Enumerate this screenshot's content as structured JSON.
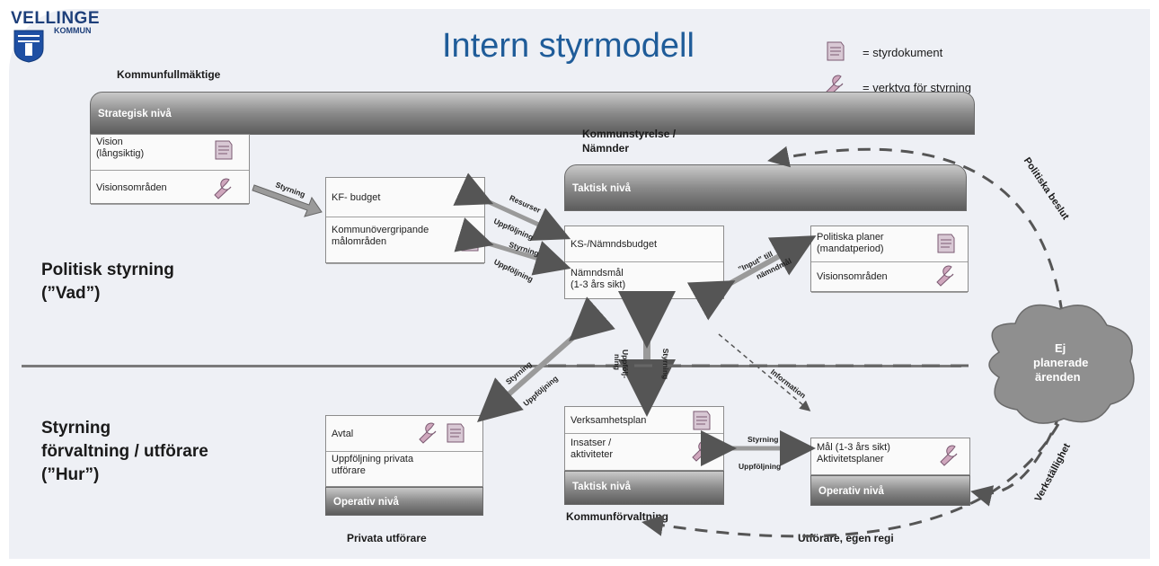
{
  "logo": {
    "line1": "VELLINGE",
    "line2": "KOMMUN"
  },
  "title": "Intern styrmodell",
  "legend": {
    "doc": "= styrdokument",
    "tool": "= verktyg för styrning"
  },
  "sections": {
    "politisk": [
      "Politisk styrning",
      "(”Vad”)"
    ],
    "forvaltning": [
      "Styrning",
      "förvaltning / utförare",
      "(”Hur”)"
    ]
  },
  "kf": {
    "label": "Kommunfullmäktige",
    "header": "Strategisk nivå",
    "rows": [
      "Vision",
      "(långsiktig)",
      "Visionsområden"
    ]
  },
  "kfbudget": {
    "rows": [
      "KF- budget",
      "Kommunövergripande",
      "målområden"
    ]
  },
  "ks": {
    "label": [
      "Kommunstyrelse /",
      "Nämnder"
    ],
    "header": "Taktisk nivå",
    "rows": [
      "KS-/Nämndsbudget",
      "Nämndsmål",
      "(1-3 års sikt)"
    ]
  },
  "plans": {
    "rows": [
      "Politiska planer",
      "(mandatperiod)",
      "Visionsområden"
    ]
  },
  "privata": {
    "rows": [
      "Avtal",
      "Uppföljning privata",
      "utförare"
    ],
    "header": "Operativ nivå",
    "label": "Privata utförare"
  },
  "kommunforv": {
    "rows": [
      "Verksamhetsplan",
      "Insatser /",
      "aktiviteter"
    ],
    "header": "Taktisk nivå",
    "label": "Kommunförvaltning"
  },
  "egenregi": {
    "rows": [
      "Mål (1-3 års sikt)",
      "Aktivitetsplaner"
    ],
    "header": "Operativ nivå",
    "label": "Utförare, egen regi"
  },
  "cloud": [
    "Ej",
    "planerade",
    "ärenden"
  ],
  "arrows": {
    "styrning": "Styrning",
    "resurser": "Resurser",
    "uppfoljning": "Uppföljning",
    "input1": "”Input” till",
    "input2": "nämndmål",
    "information": "Information",
    "uppfol1": "Uppfölj-",
    "uppfol2": "ning",
    "politiska_beslut": "Politiska beslut",
    "verkstallighet": "Verkställighet"
  },
  "colors": {
    "title": "#1f5c99",
    "header_dark": "#5c5c5c",
    "background": "#eef0f5"
  }
}
